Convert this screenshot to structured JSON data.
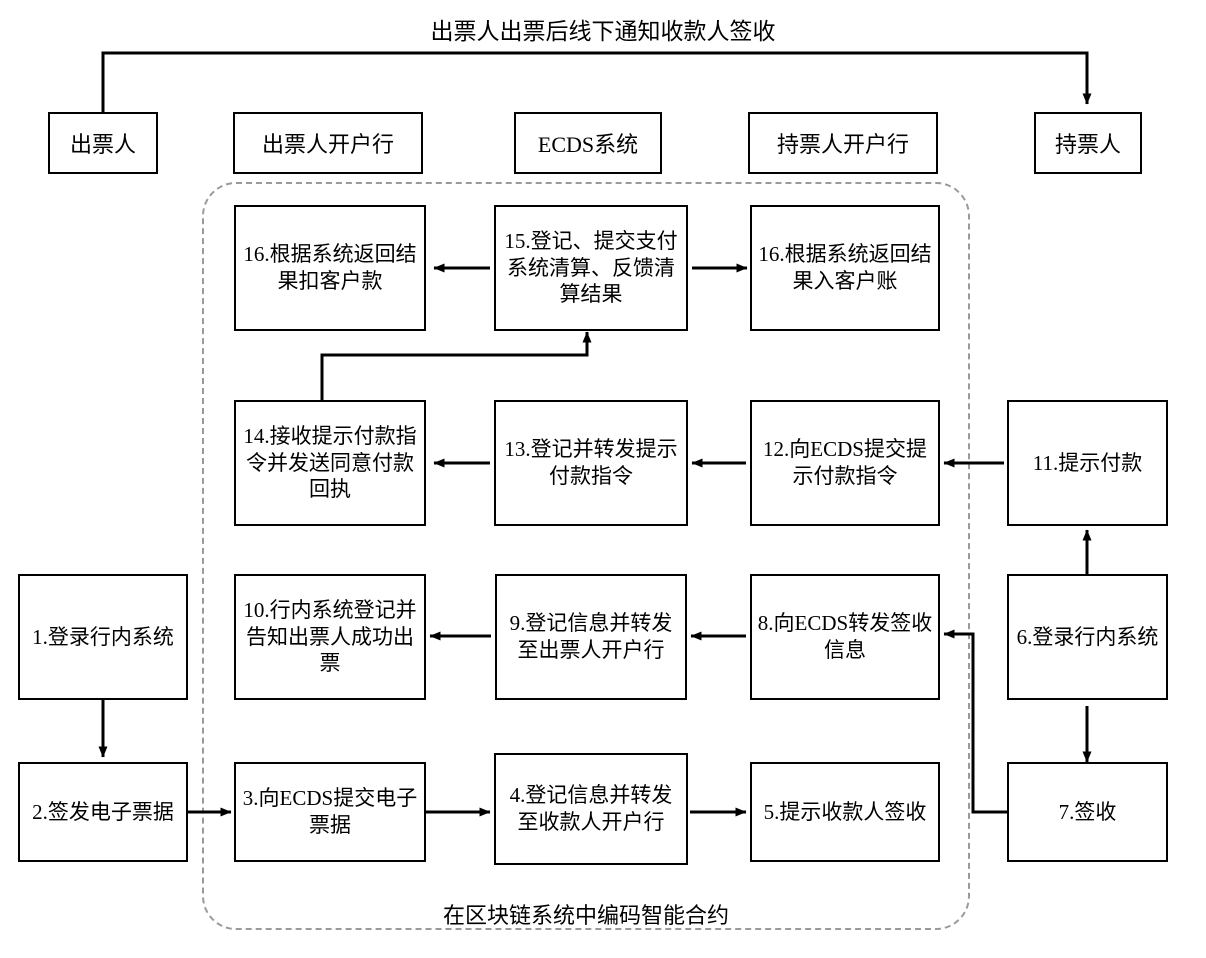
{
  "diagram": {
    "title": "出票人出票后线下通知收款人签收",
    "caption": "在区块链系统中编码智能合约",
    "columns": [
      {
        "id": "drawer",
        "label": "出票人"
      },
      {
        "id": "drawer-bank",
        "label": "出票人开户行"
      },
      {
        "id": "ecds",
        "label": "ECDS系统"
      },
      {
        "id": "holder-bank",
        "label": "持票人开户行"
      },
      {
        "id": "holder",
        "label": "持票人"
      }
    ],
    "nodes": [
      {
        "id": "n16a",
        "label": "16.根据系统返回结果扣客户款"
      },
      {
        "id": "n15",
        "label": "15.登记、提交支付系统清算、反馈清算结果"
      },
      {
        "id": "n16b",
        "label": "16.根据系统返回结果入客户账"
      },
      {
        "id": "n14",
        "label": "14.接收提示付款指令并发送同意付款回执"
      },
      {
        "id": "n13",
        "label": "13.登记并转发提示付款指令"
      },
      {
        "id": "n12",
        "label": "12.向ECDS提交提示付款指令"
      },
      {
        "id": "n11",
        "label": "11.提示付款"
      },
      {
        "id": "n1",
        "label": "1.登录行内系统"
      },
      {
        "id": "n10",
        "label": "10.行内系统登记并告知出票人成功出票"
      },
      {
        "id": "n9",
        "label": "9.登记信息并转发至出票人开户行"
      },
      {
        "id": "n8",
        "label": "8.向ECDS转发签收信息"
      },
      {
        "id": "n6",
        "label": "6.登录行内系统"
      },
      {
        "id": "n2",
        "label": "2.签发电子票据"
      },
      {
        "id": "n3",
        "label": "3.向ECDS提交电子票据"
      },
      {
        "id": "n4",
        "label": "4.登记信息并转发至收款人开户行"
      },
      {
        "id": "n5",
        "label": "5.提示收款人签收"
      },
      {
        "id": "n7",
        "label": "7.签收"
      }
    ],
    "colors": {
      "stroke": "#000000",
      "dashed_region": "#9a9a9a",
      "background": "#ffffff"
    }
  }
}
